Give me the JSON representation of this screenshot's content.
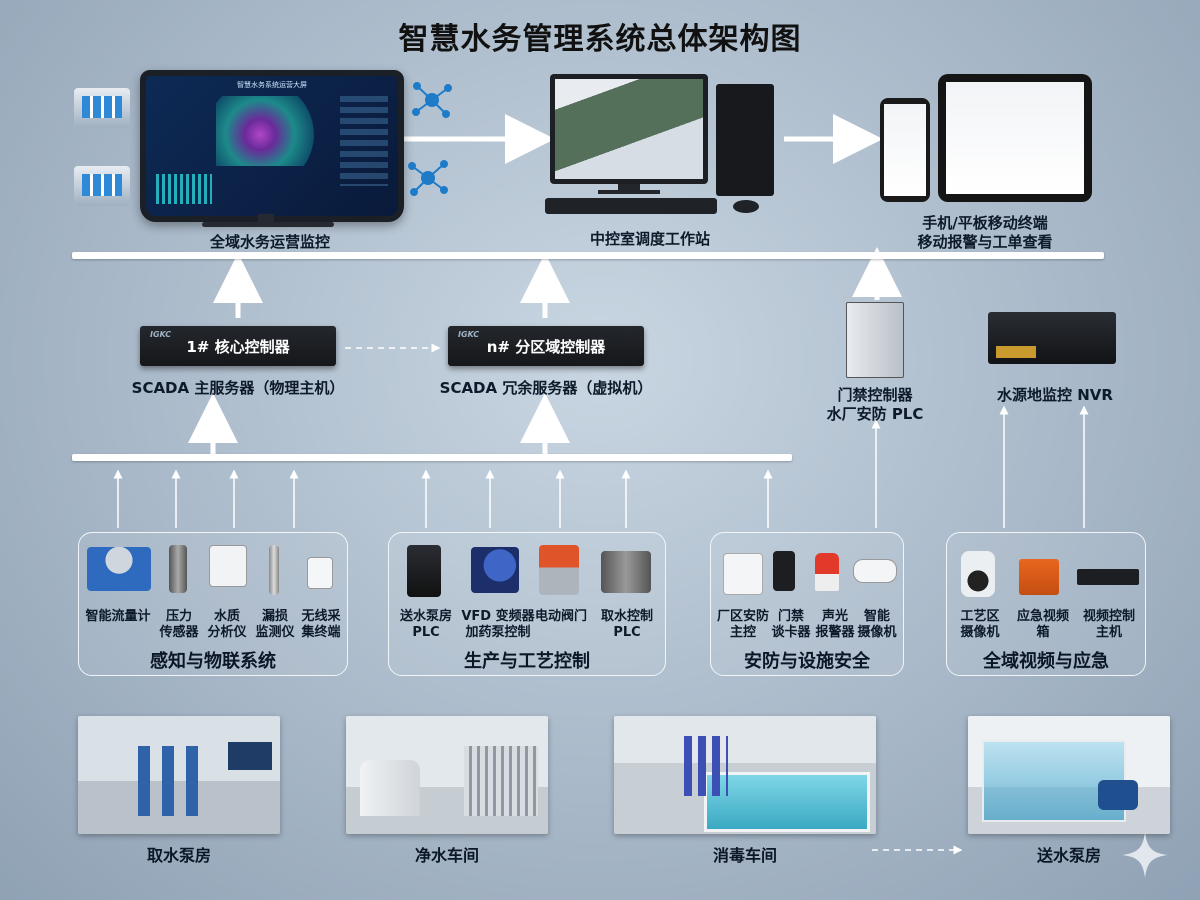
{
  "title": "智慧水务管理系统总体架构图",
  "top": {
    "monitor_label": "全域水务运营监控",
    "screen_title": "智慧水务系统运营大屏",
    "workstation_label": "中控室调度工作站",
    "mobile_label_line1": "手机/平板移动终端",
    "mobile_label_line2": "移动报警与工单查看"
  },
  "middle": {
    "core_controller": "1# 核心控制器",
    "core_caption": "SCADA 主服务器（物理主机）",
    "zone_controller": "n# 分区域控制器",
    "zone_caption": "SCADA 冗余服务器（虚拟机）",
    "door_line1": "门禁控制器",
    "door_line2": "水厂安防 PLC",
    "nvr_label": "水源地监控 NVR"
  },
  "groups": [
    {
      "title": "感知与物联系统",
      "devices": [
        {
          "line1": "智能流量计",
          "line2": ""
        },
        {
          "line1": "压力",
          "line2": "传感器"
        },
        {
          "line1": "水质",
          "line2": "分析仪"
        },
        {
          "line1": "漏损",
          "line2": "监测仪"
        },
        {
          "line1": "无线采",
          "line2": "集终端"
        }
      ]
    },
    {
      "title": "生产与工艺控制",
      "devices": [
        {
          "line1": "送水泵房",
          "line2": "PLC"
        },
        {
          "line1": "VFD 变频器",
          "line2": "加药泵控制"
        },
        {
          "line1": "电动阀门",
          "line2": ""
        },
        {
          "line1": "取水控制",
          "line2": "PLC"
        }
      ]
    },
    {
      "title": "安防与设施安全",
      "devices": [
        {
          "line1": "厂区安防",
          "line2": "主控"
        },
        {
          "line1": "门禁",
          "line2": "谈卡器"
        },
        {
          "line1": "声光",
          "line2": "报警器"
        },
        {
          "line1": "智能",
          "line2": "摄像机"
        }
      ]
    },
    {
      "title": "全域视频与应急",
      "devices": [
        {
          "line1": "工艺区",
          "line2": "摄像机"
        },
        {
          "line1": "应急视频",
          "line2": "箱"
        },
        {
          "line1": "视频控制",
          "line2": "主机"
        }
      ]
    }
  ],
  "facilities": [
    "取水泵房",
    "净水车间",
    "消毒车间",
    "送水泵房"
  ],
  "colors": {
    "bus": "#ffffff",
    "rack": "#1b1d21",
    "accent": "#2bd1d8"
  }
}
